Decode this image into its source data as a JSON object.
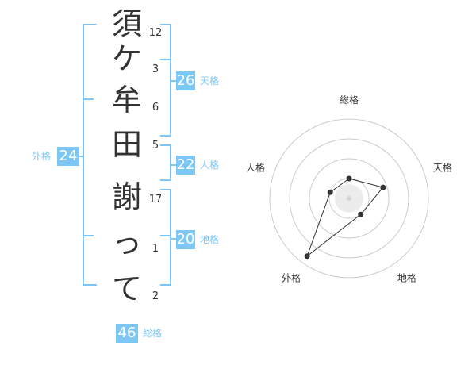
{
  "name_chars": [
    {
      "char": "須",
      "strokes": "12"
    },
    {
      "char": "ケ",
      "strokes": "3"
    },
    {
      "char": "牟",
      "strokes": "6"
    },
    {
      "char": "田",
      "strokes": "5"
    },
    {
      "char": "謝",
      "strokes": "17"
    },
    {
      "char": "っ",
      "strokes": "1"
    },
    {
      "char": "て",
      "strokes": "2"
    }
  ],
  "fortunes": {
    "tenkaku": {
      "value": "26",
      "label": "天格"
    },
    "jinkaku": {
      "value": "22",
      "label": "人格"
    },
    "chikaku": {
      "value": "20",
      "label": "地格"
    },
    "gaikaku": {
      "value": "24",
      "label": "外格"
    },
    "soukaku": {
      "value": "46",
      "label": "総格"
    }
  },
  "radar": {
    "axis_labels": [
      "総格",
      "天格",
      "地格",
      "外格",
      "人格"
    ],
    "values": [
      0.25,
      0.45,
      0.25,
      0.9,
      0.25
    ],
    "rings": 4,
    "line_color": "#333333"
  },
  "colors": {
    "accent": "#7dc7f5"
  }
}
